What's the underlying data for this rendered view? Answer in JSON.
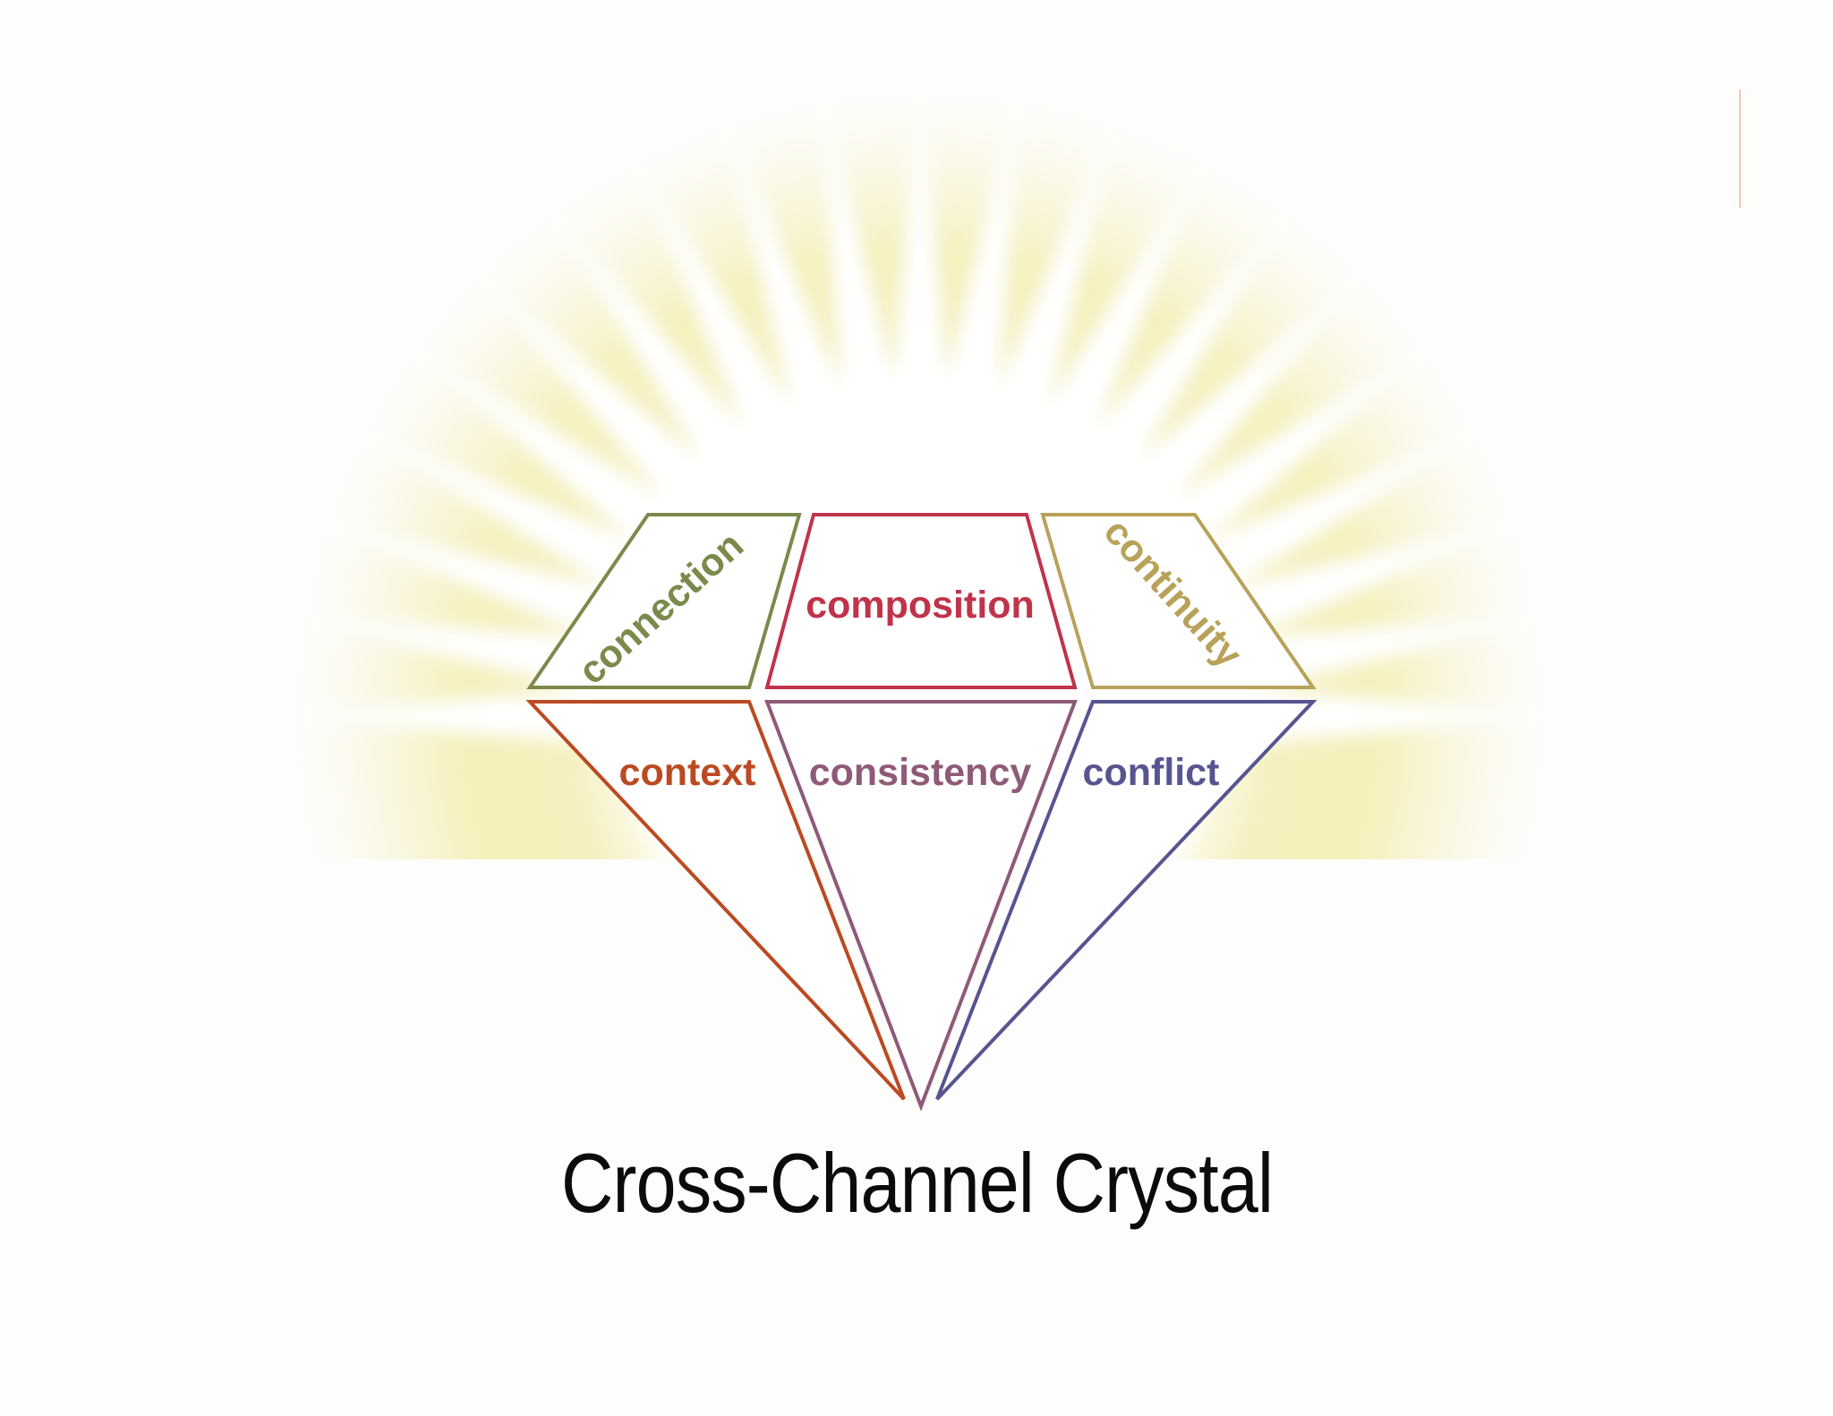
{
  "title": "Cross-Channel Crystal",
  "colors": {
    "background": "#fdfdfc",
    "sunburst": "#f2ea9c",
    "connection": "#7a8a4a",
    "composition": "#c0334a",
    "continuity": "#b8a25a",
    "context": "#bb4a22",
    "consistency": "#8e5a78",
    "conflict": "#565590",
    "title": "#0b0b0b"
  },
  "facets": {
    "connection": {
      "label": "connection",
      "icon": "parallelogram-facet"
    },
    "composition": {
      "label": "composition",
      "icon": "trapezoid-facet"
    },
    "continuity": {
      "label": "continuity",
      "icon": "parallelogram-facet"
    },
    "context": {
      "label": "context",
      "icon": "triangle-facet"
    },
    "consistency": {
      "label": "consistency",
      "icon": "triangle-facet"
    },
    "conflict": {
      "label": "conflict",
      "icon": "triangle-facet"
    }
  },
  "background": {
    "icon": "sunburst"
  }
}
